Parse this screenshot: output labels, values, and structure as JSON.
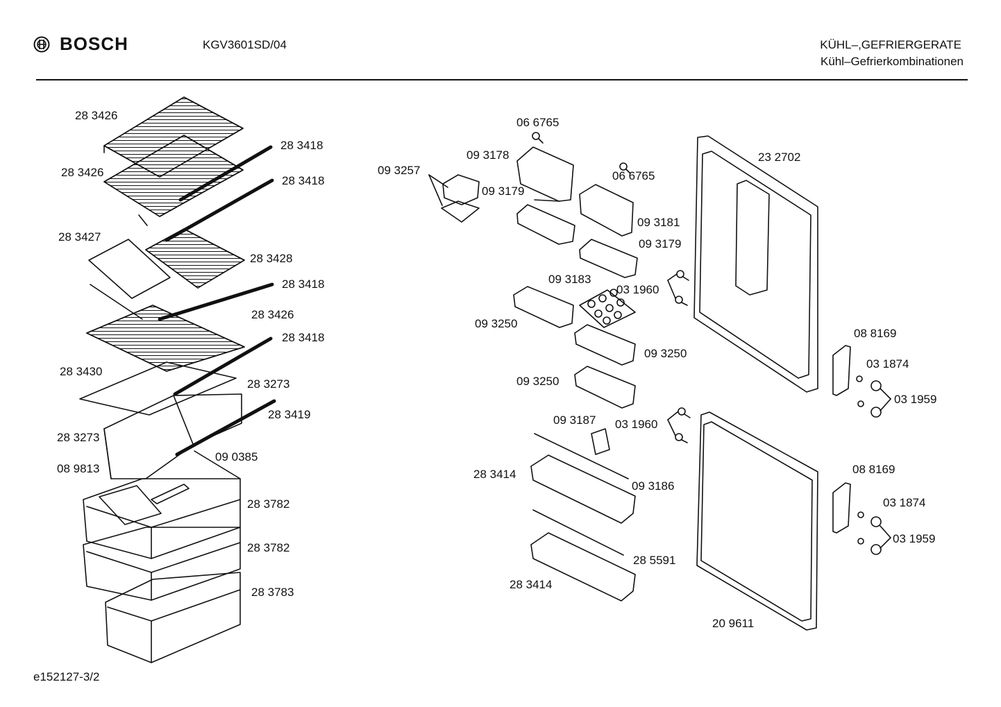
{
  "header": {
    "brand": "BOSCH",
    "model": "KGV3601SD/04",
    "category_main": "KÜHL–,GEFRIERGERATE",
    "category_sub": "Kühl–Gefrierkombinationen"
  },
  "footer": {
    "doc_id": "e152127-3/2"
  },
  "parts": [
    {
      "id": "p1",
      "number": "28 3426"
    },
    {
      "id": "p2",
      "number": "28 3418"
    },
    {
      "id": "p3",
      "number": "28 3426"
    },
    {
      "id": "p4",
      "number": "28 3418"
    },
    {
      "id": "p5",
      "number": "28 3427"
    },
    {
      "id": "p6",
      "number": "28 3428"
    },
    {
      "id": "p7",
      "number": "28 3418"
    },
    {
      "id": "p8",
      "number": "28 3426"
    },
    {
      "id": "p9",
      "number": "28 3418"
    },
    {
      "id": "p10",
      "number": "28 3430"
    },
    {
      "id": "p11",
      "number": "28 3273"
    },
    {
      "id": "p12",
      "number": "28 3419"
    },
    {
      "id": "p13",
      "number": "28 3273"
    },
    {
      "id": "p14",
      "number": "09 0385"
    },
    {
      "id": "p15",
      "number": "08 9813"
    },
    {
      "id": "p16",
      "number": "28 3782"
    },
    {
      "id": "p17",
      "number": "28 3782"
    },
    {
      "id": "p18",
      "number": "28 3783"
    },
    {
      "id": "p19",
      "number": "06 6765"
    },
    {
      "id": "p20",
      "number": "09 3178"
    },
    {
      "id": "p21",
      "number": "09 3257"
    },
    {
      "id": "p22",
      "number": "09 3179"
    },
    {
      "id": "p23",
      "number": "06 6765"
    },
    {
      "id": "p24",
      "number": "09 3181"
    },
    {
      "id": "p25",
      "number": "09 3179"
    },
    {
      "id": "p26",
      "number": "23 2702"
    },
    {
      "id": "p27",
      "number": "03 1960"
    },
    {
      "id": "p28",
      "number": "09 3183"
    },
    {
      "id": "p29",
      "number": "09 3250"
    },
    {
      "id": "p30",
      "number": "09 3250"
    },
    {
      "id": "p31",
      "number": "09 3250"
    },
    {
      "id": "p32",
      "number": "08 8169"
    },
    {
      "id": "p33",
      "number": "03 1874"
    },
    {
      "id": "p34",
      "number": "03 1959"
    },
    {
      "id": "p35",
      "number": "09 3187"
    },
    {
      "id": "p36",
      "number": "03 1960"
    },
    {
      "id": "p37",
      "number": "28 3414"
    },
    {
      "id": "p38",
      "number": "09 3186"
    },
    {
      "id": "p39",
      "number": "08 8169"
    },
    {
      "id": "p40",
      "number": "03 1874"
    },
    {
      "id": "p41",
      "number": "03 1959"
    },
    {
      "id": "p42",
      "number": "28 5591"
    },
    {
      "id": "p43",
      "number": "28 3414"
    },
    {
      "id": "p44",
      "number": "20 9611"
    }
  ]
}
